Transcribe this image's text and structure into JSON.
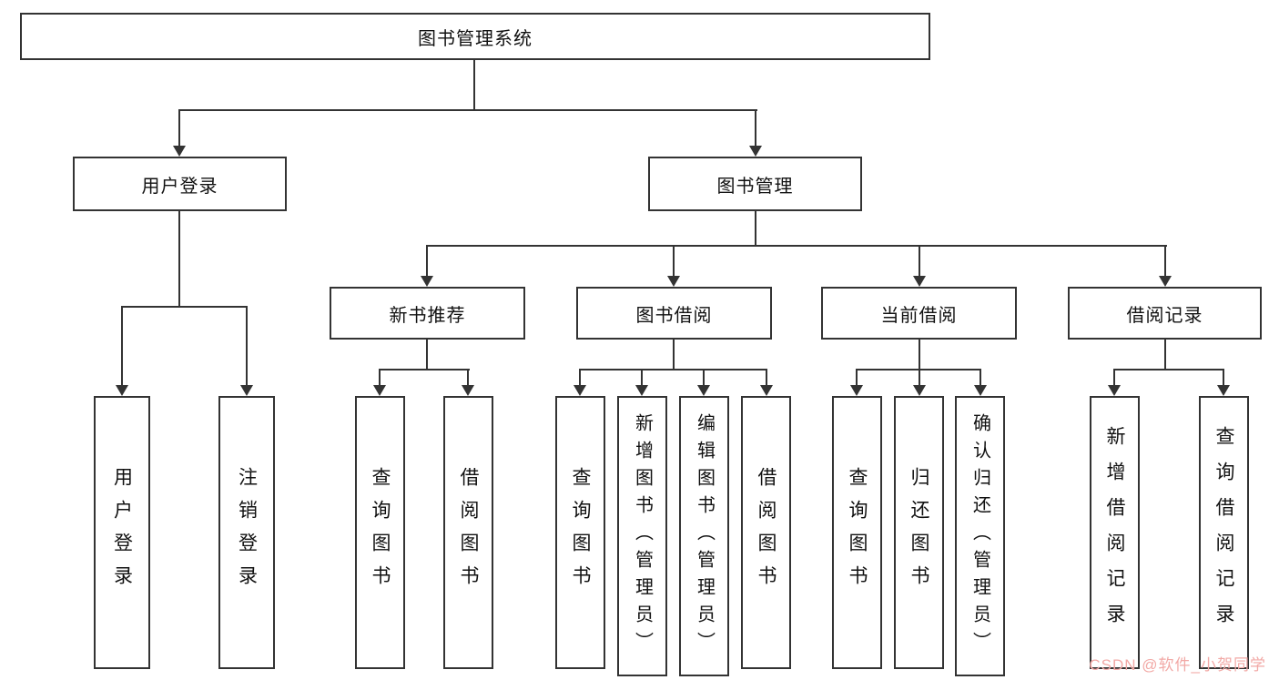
{
  "diagram": {
    "root": {
      "label": "图书管理系统"
    },
    "branches": {
      "user_login": {
        "label": "用户登录",
        "children": [
          "用户登录",
          "注销登录"
        ]
      },
      "book_mgmt": {
        "label": "图书管理",
        "children": {
          "new_book": {
            "label": "新书推荐",
            "children": [
              "查询图书",
              "借阅图书"
            ]
          },
          "book_borrow": {
            "label": "图书借阅",
            "children": [
              "查询图书",
              "新增图书（管理员）",
              "编辑图书（管理员）",
              "借阅图书"
            ]
          },
          "current_borrow": {
            "label": "当前借阅",
            "children": [
              "查询图书",
              "归还图书",
              "确认归还（管理员）"
            ]
          },
          "borrow_record": {
            "label": "借阅记录",
            "children": [
              "新增借阅记录",
              "查询借阅记录"
            ]
          }
        }
      }
    }
  },
  "watermark": {
    "text": "CSDN @软件_小贺同学",
    "color": "#f2a9a6"
  },
  "colors": {
    "border": "#333333",
    "background": "#ffffff",
    "text": "#111111"
  }
}
